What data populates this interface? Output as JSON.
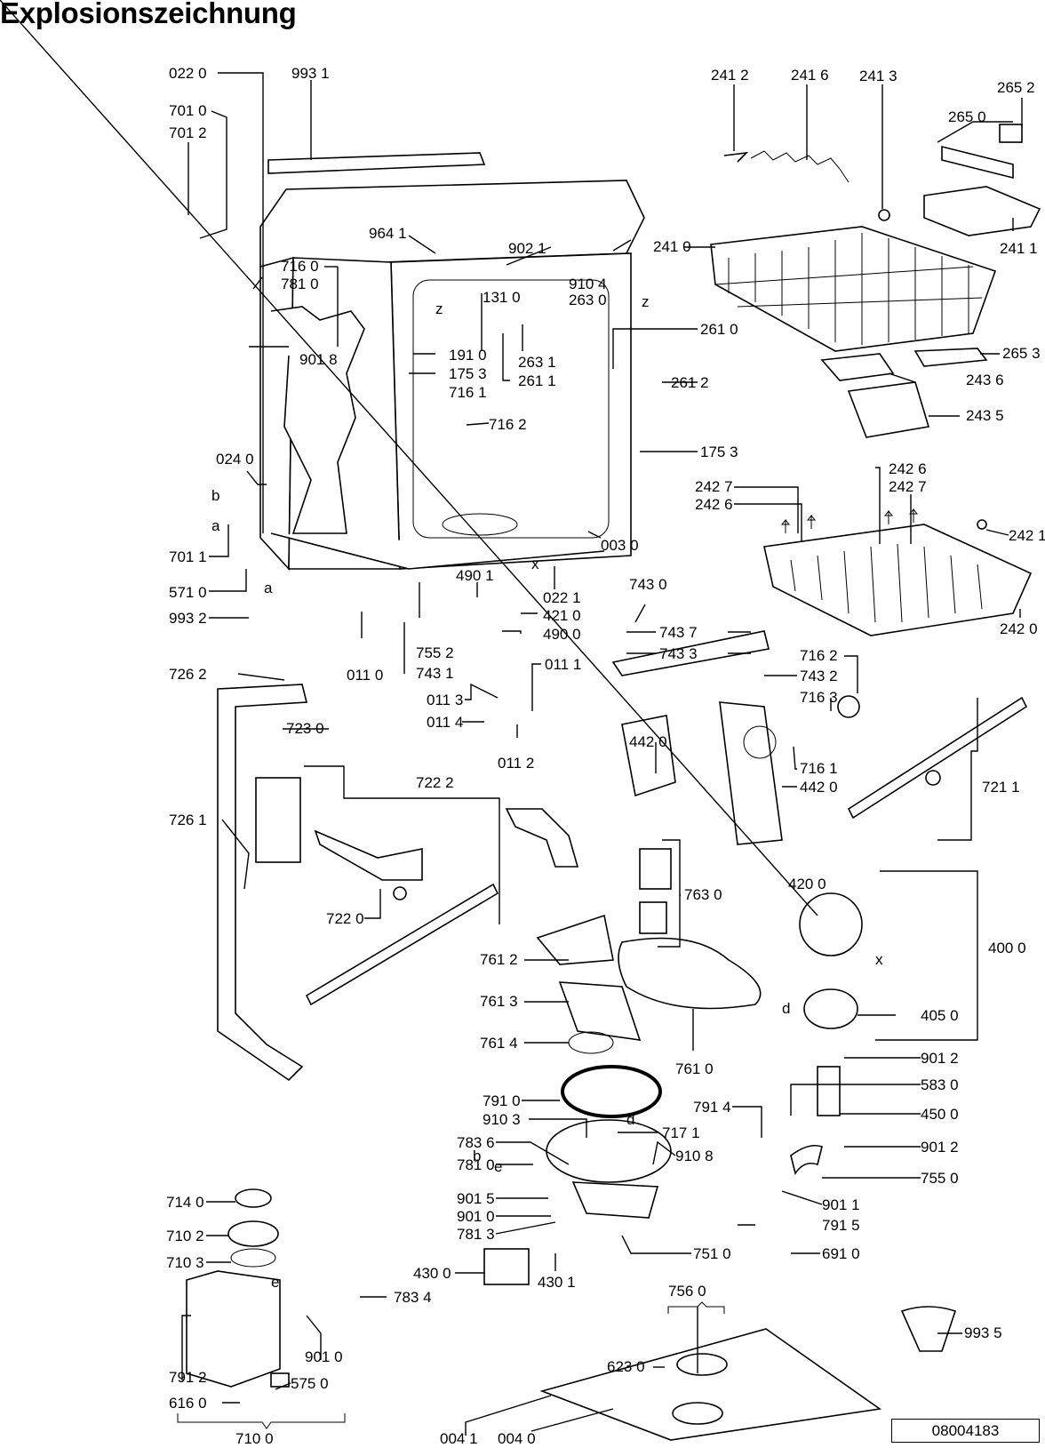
{
  "title": "Explosionszeichnung",
  "document_number": "08004183",
  "callouts": [
    {
      "id": "c0220",
      "text": "022 0"
    },
    {
      "id": "c9931",
      "text": "993 1"
    },
    {
      "id": "c7010",
      "text": "701 0"
    },
    {
      "id": "c7012",
      "text": "701 2"
    },
    {
      "id": "c9641",
      "text": "964 1"
    },
    {
      "id": "c9021",
      "text": "902 1"
    },
    {
      "id": "c9104",
      "text": "910 4"
    },
    {
      "id": "c1310",
      "text": "131 0"
    },
    {
      "id": "c2630",
      "text": "263 0"
    },
    {
      "id": "c7160",
      "text": "716 0"
    },
    {
      "id": "c7810a",
      "text": "781 0"
    },
    {
      "id": "c9018",
      "text": "901 8"
    },
    {
      "id": "c1910",
      "text": "191 0"
    },
    {
      "id": "c1753a",
      "text": "175 3"
    },
    {
      "id": "c7161a",
      "text": "716 1"
    },
    {
      "id": "c7162a",
      "text": "716 2"
    },
    {
      "id": "c2631",
      "text": "263 1"
    },
    {
      "id": "c2611",
      "text": "261 1"
    },
    {
      "id": "c2610",
      "text": "261 0"
    },
    {
      "id": "c2612",
      "text": "261 2"
    },
    {
      "id": "c1753b",
      "text": "175 3"
    },
    {
      "id": "c2412",
      "text": "241 2"
    },
    {
      "id": "c2416",
      "text": "241 6"
    },
    {
      "id": "c2413",
      "text": "241 3"
    },
    {
      "id": "c2652",
      "text": "265 2"
    },
    {
      "id": "c2650",
      "text": "265 0"
    },
    {
      "id": "c2410",
      "text": "241 0"
    },
    {
      "id": "c2411",
      "text": "241 1"
    },
    {
      "id": "c2653",
      "text": "265 3"
    },
    {
      "id": "c2436",
      "text": "243 6"
    },
    {
      "id": "c2435",
      "text": "243 5"
    },
    {
      "id": "c2426a",
      "text": "242 6"
    },
    {
      "id": "c2427a",
      "text": "242 7"
    },
    {
      "id": "c2427b",
      "text": "242 7"
    },
    {
      "id": "c2426b",
      "text": "242 6"
    },
    {
      "id": "c2421",
      "text": "242 1"
    },
    {
      "id": "c2420",
      "text": "242 0"
    },
    {
      "id": "c0240",
      "text": "024 0"
    },
    {
      "id": "c7011",
      "text": "701 1"
    },
    {
      "id": "c5710",
      "text": "571 0"
    },
    {
      "id": "c9932",
      "text": "993 2"
    },
    {
      "id": "c0110",
      "text": "011 0"
    },
    {
      "id": "c7552",
      "text": "755 2"
    },
    {
      "id": "c7431",
      "text": "743 1"
    },
    {
      "id": "c0030",
      "text": "003 0"
    },
    {
      "id": "c4901",
      "text": "490 1"
    },
    {
      "id": "c0221",
      "text": "022 1"
    },
    {
      "id": "c4210",
      "text": "421 0"
    },
    {
      "id": "c4900",
      "text": "490 0"
    },
    {
      "id": "c0111",
      "text": "011 1"
    },
    {
      "id": "c0113",
      "text": "011 3"
    },
    {
      "id": "c0114",
      "text": "011 4"
    },
    {
      "id": "c0112",
      "text": "011 2"
    },
    {
      "id": "c7430",
      "text": "743 0"
    },
    {
      "id": "c7437",
      "text": "743 7"
    },
    {
      "id": "c7433",
      "text": "743 3"
    },
    {
      "id": "c7432",
      "text": "743 2"
    },
    {
      "id": "c7162b",
      "text": "716 2"
    },
    {
      "id": "c7163",
      "text": "716 3"
    },
    {
      "id": "c7161b",
      "text": "716 1"
    },
    {
      "id": "c4420a",
      "text": "442 0"
    },
    {
      "id": "c4420b",
      "text": "442 0"
    },
    {
      "id": "c7211",
      "text": "721 1"
    },
    {
      "id": "c7262",
      "text": "726 2"
    },
    {
      "id": "c7230",
      "text": "723 0"
    },
    {
      "id": "c7261",
      "text": "726 1"
    },
    {
      "id": "c7222",
      "text": "722 2"
    },
    {
      "id": "c7220",
      "text": "722 0"
    },
    {
      "id": "c7630",
      "text": "763 0"
    },
    {
      "id": "c4200",
      "text": "420 0"
    },
    {
      "id": "c4000",
      "text": "400 0"
    },
    {
      "id": "c7612",
      "text": "761 2"
    },
    {
      "id": "c7613",
      "text": "761 3"
    },
    {
      "id": "c7614",
      "text": "761 4"
    },
    {
      "id": "c7610",
      "text": "761 0"
    },
    {
      "id": "c4050",
      "text": "405 0"
    },
    {
      "id": "c9012a",
      "text": "901 2"
    },
    {
      "id": "c5830",
      "text": "583 0"
    },
    {
      "id": "c4500",
      "text": "450 0"
    },
    {
      "id": "c9012b",
      "text": "901 2"
    },
    {
      "id": "c7550",
      "text": "755 0"
    },
    {
      "id": "c9011",
      "text": "901 1"
    },
    {
      "id": "c7910",
      "text": "791 0"
    },
    {
      "id": "c7914",
      "text": "791 4"
    },
    {
      "id": "c9103",
      "text": "910 3"
    },
    {
      "id": "c7171",
      "text": "717 1"
    },
    {
      "id": "c9108",
      "text": "910 8"
    },
    {
      "id": "c7836",
      "text": "783 6"
    },
    {
      "id": "c7810b",
      "text": "781 0"
    },
    {
      "id": "c9015",
      "text": "901 5"
    },
    {
      "id": "c9010a",
      "text": "901 0"
    },
    {
      "id": "c7813",
      "text": "781 3"
    },
    {
      "id": "c7915",
      "text": "791 5"
    },
    {
      "id": "c7510",
      "text": "751 0"
    },
    {
      "id": "c6910",
      "text": "691 0"
    },
    {
      "id": "c4300",
      "text": "430 0"
    },
    {
      "id": "c4301",
      "text": "430 1"
    },
    {
      "id": "c7140",
      "text": "714 0"
    },
    {
      "id": "c7102",
      "text": "710 2"
    },
    {
      "id": "c7103",
      "text": "710 3"
    },
    {
      "id": "c7834",
      "text": "783 4"
    },
    {
      "id": "c9010b",
      "text": "901 0"
    },
    {
      "id": "c7912",
      "text": "791 2"
    },
    {
      "id": "c5750",
      "text": "575 0"
    },
    {
      "id": "c6160",
      "text": "616 0"
    },
    {
      "id": "c7100",
      "text": "710 0"
    },
    {
      "id": "c7560",
      "text": "756 0"
    },
    {
      "id": "c6230",
      "text": "623 0"
    },
    {
      "id": "c9935",
      "text": "993 5"
    },
    {
      "id": "c0041",
      "text": "004 1"
    },
    {
      "id": "c0040",
      "text": "004 0"
    }
  ],
  "connector_letters": {
    "a": "a",
    "b": "b",
    "d": "d",
    "e": "e",
    "x": "x",
    "z": "z"
  }
}
